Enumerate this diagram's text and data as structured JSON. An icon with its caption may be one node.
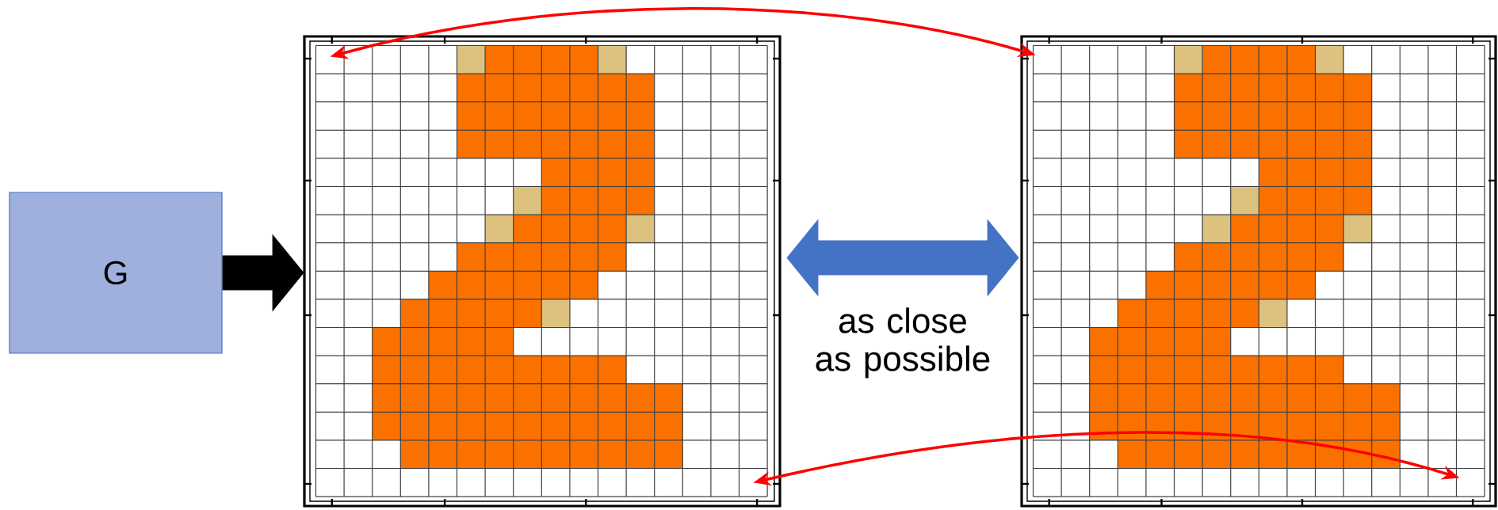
{
  "diagram": {
    "nodes": [
      {
        "text": [
          "G"
        ]
      },
      {
        "text": [],
        "shape": "picture"
      },
      {
        "text": [],
        "shape": "picture"
      }
    ],
    "edges": [
      {
        "from": 0,
        "to": 1,
        "arrow": "to",
        "style": "thick",
        "color": "#000000"
      },
      {
        "from": 1,
        "to": 2,
        "arrow": "both",
        "style": "thick",
        "color": "#4472c4",
        "label": "as close as possible"
      },
      {
        "from": 1,
        "to": 2,
        "arrow": "both",
        "color": "#ff0000"
      },
      {
        "from": 1,
        "to": 2,
        "arrow": "both",
        "color": "#ff0000"
      }
    ]
  }
}
